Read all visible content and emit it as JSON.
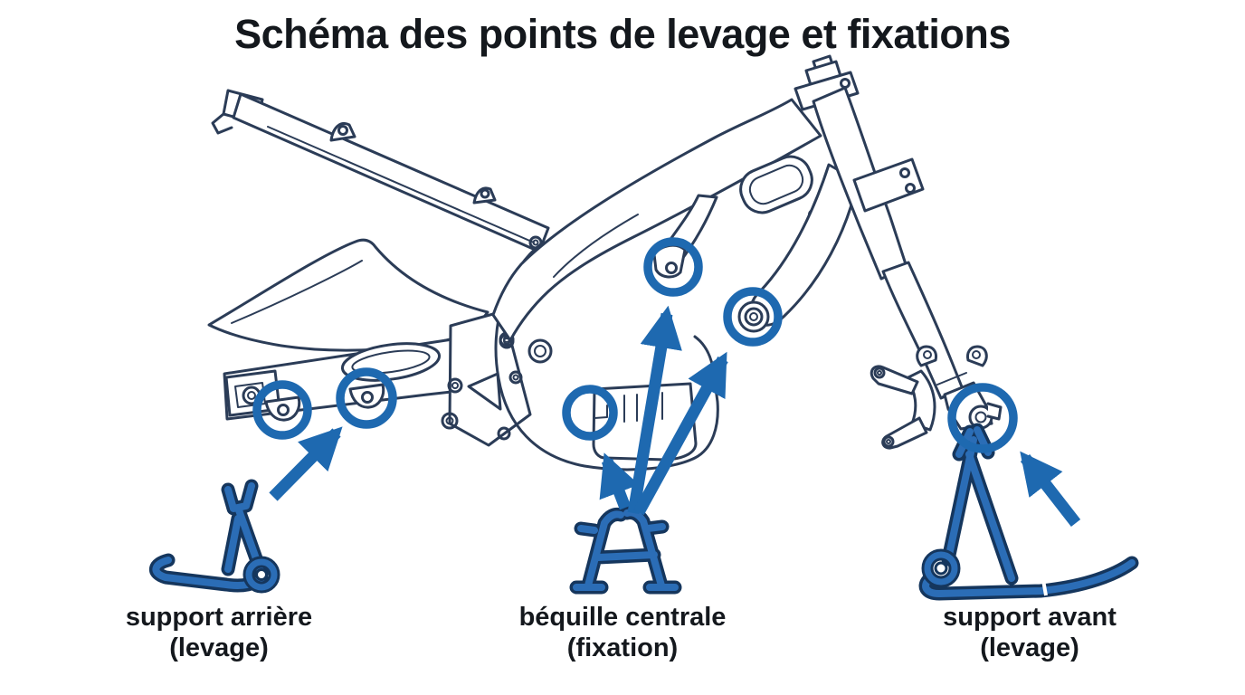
{
  "title": "Schéma des points de levage et fixations",
  "labels": {
    "rear": {
      "line1": "support arrière",
      "line2": "(levage)"
    },
    "center": {
      "line1": "béquille centrale",
      "line2": "(fixation)"
    },
    "front": {
      "line1": "support avant",
      "line2": "(levage)"
    }
  },
  "colors": {
    "accent_blue": "#1e69b0",
    "line_art_navy": "#2b3c57",
    "stand_fill_blue": "#2b6db6",
    "stand_outline_navy": "#15365d",
    "text_color": "#14181d",
    "background": "#ffffff"
  },
  "annotations": {
    "highlight_circle_count": 6,
    "arrow_count": 5
  }
}
